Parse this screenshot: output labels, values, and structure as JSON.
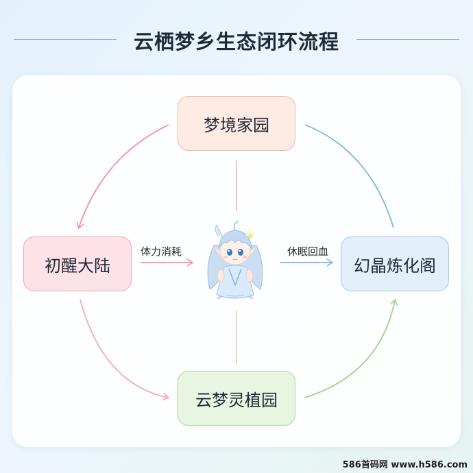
{
  "title": "云栖梦乡生态闭环流程",
  "nodes": {
    "top": "梦境家园",
    "left": "初醒大陆",
    "right": "幻晶炼化阁",
    "bottom": "云梦灵植园"
  },
  "edges": {
    "left_to_center": "体力消耗",
    "center_to_right": "休眠回血"
  },
  "colors": {
    "top": "#f2b7a5",
    "left": "#f4a3b4",
    "right": "#a5c8ea",
    "bottom": "#acd799"
  },
  "watermark": "586首码网 www.h586.com"
}
